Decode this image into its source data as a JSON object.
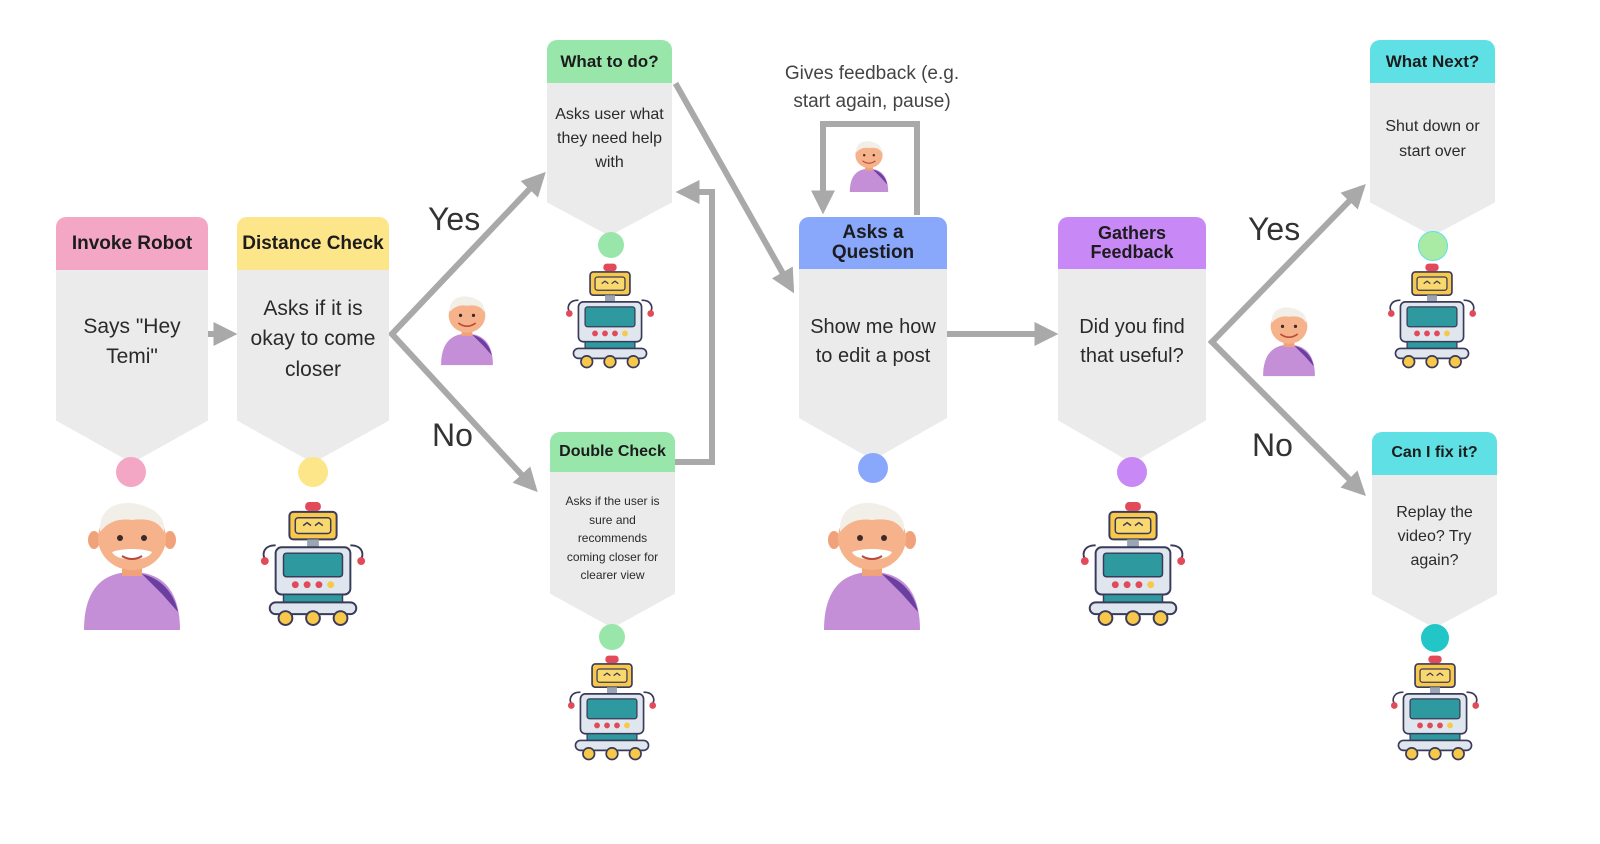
{
  "colors": {
    "arrow": "#a9a9a9",
    "card_body": "#ebebeb",
    "pink": "#f4a7c4",
    "yellow": "#fde58a",
    "green": "#98e6aa",
    "blue": "#8aa8fb",
    "purple": "#c889f6",
    "cyan": "#5fe0e4"
  },
  "steps": {
    "invoke": {
      "title": "Invoke Robot",
      "text": "Says \"Hey Temi\""
    },
    "distance": {
      "title": "Distance Check",
      "text": "Asks if it is okay to come closer"
    },
    "what_to_do": {
      "title": "What to do?",
      "text": "Asks user what they need help with"
    },
    "double_check": {
      "title": "Double Check",
      "text": "Asks if the user is sure and recommends coming closer for clearer view"
    },
    "asks_question": {
      "title": "Asks a Question",
      "text": "Show me how to edit a post"
    },
    "gathers_feedback": {
      "title": "Gathers Feedback",
      "text": "Did you find that useful?"
    },
    "what_next": {
      "title": "What Next?",
      "text": "Shut down or start over"
    },
    "can_i_fix": {
      "title": "Can I fix it?",
      "text": "Replay the video? Try again?"
    }
  },
  "labels": {
    "yes_1": "Yes",
    "no_1": "No",
    "yes_2": "Yes",
    "no_2": "No",
    "feedback_note": "Gives feedback (e.g. start again, pause)"
  }
}
